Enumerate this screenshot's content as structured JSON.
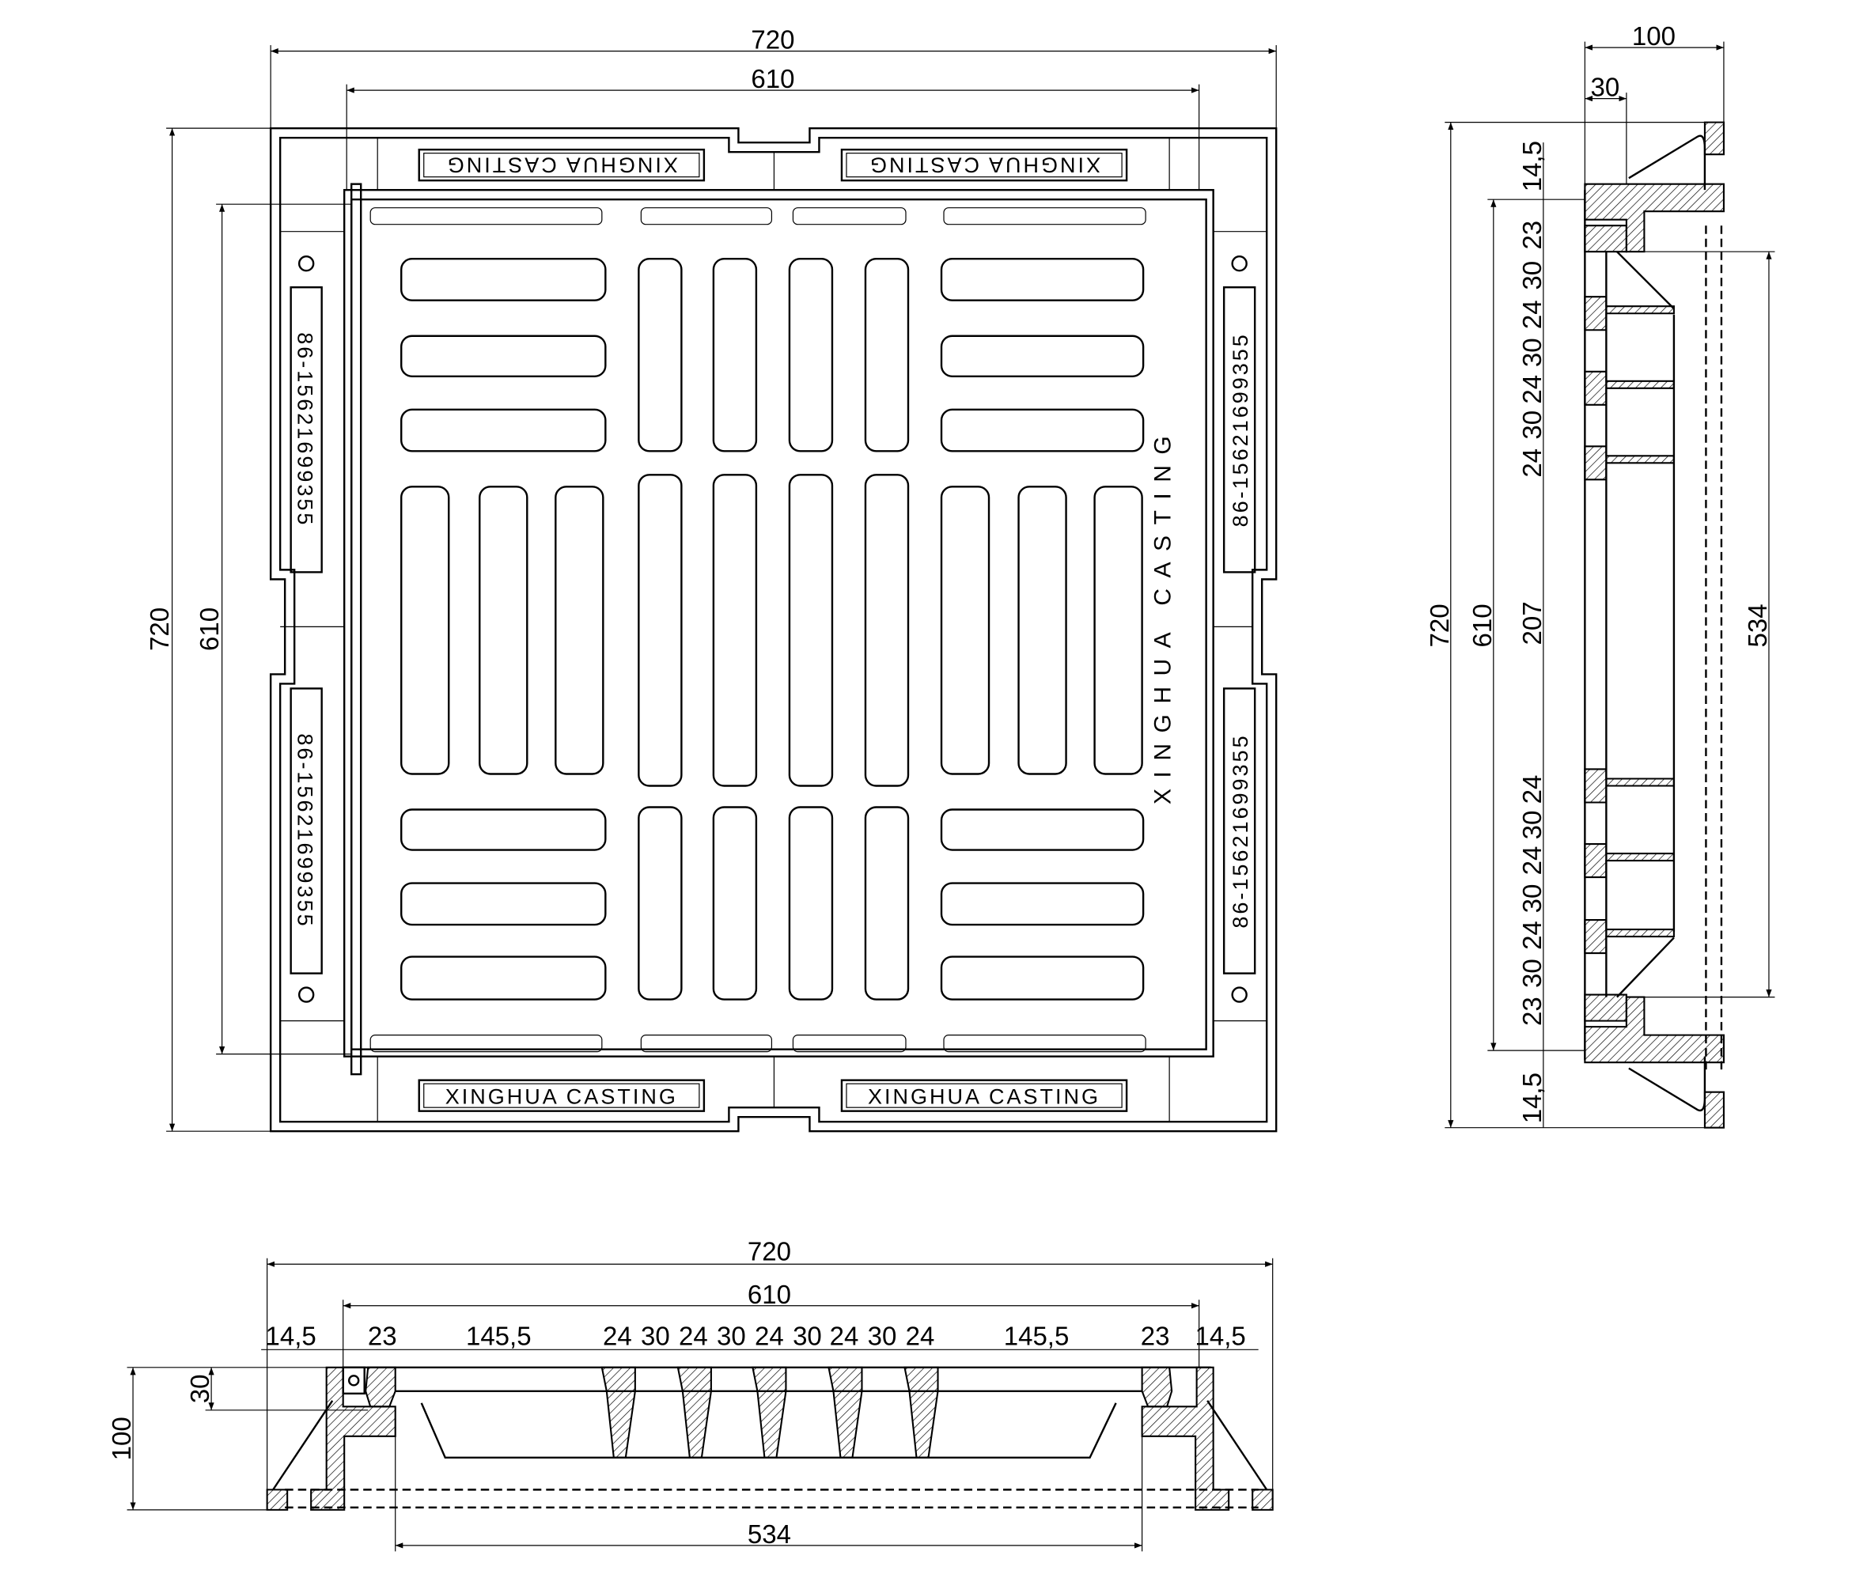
{
  "plan_view": {
    "overall_width": "720",
    "cover_width": "610",
    "overall_height": "720",
    "cover_height": "610",
    "plate_text": "XINGHUA CASTING",
    "phone_text": "86-15621699355",
    "center_text": "XINGHUA CASTING"
  },
  "side_view": {
    "depth": "100",
    "cover_depth": "30",
    "overall": "720",
    "cover": "610",
    "clear_opening": "534",
    "chain": [
      "14,5",
      "23",
      "30",
      "24",
      "30",
      "24",
      "30",
      "24",
      "207",
      "24",
      "30",
      "24",
      "30",
      "24",
      "30",
      "23",
      "14,5"
    ]
  },
  "section_view": {
    "overall": "720",
    "cover": "610",
    "clear_opening": "534",
    "depth": "100",
    "cover_depth": "30",
    "chain": [
      "14,5",
      "23",
      "145,5",
      "24",
      "30",
      "24",
      "30",
      "24",
      "30",
      "24",
      "30",
      "24",
      "145,5",
      "23",
      "14,5"
    ]
  }
}
